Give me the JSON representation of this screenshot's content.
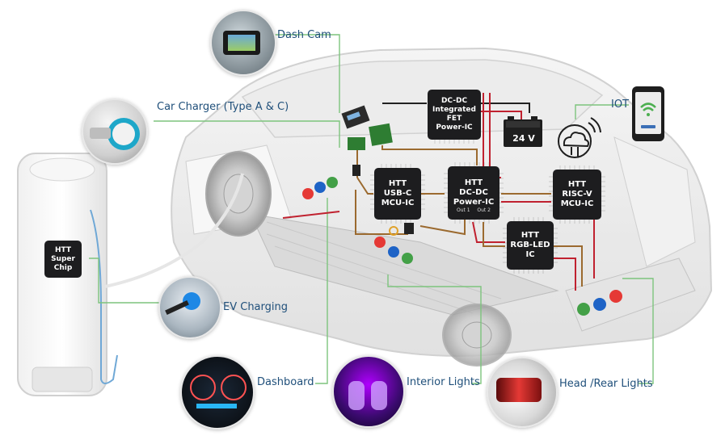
{
  "labels": {
    "dash_cam": "Dash Cam",
    "car_charger": "Car Charger (Type A & C)",
    "iot": "IOT",
    "ev_charging": "EV Charging",
    "dashboard": "Dashboard",
    "interior_lights": "Interior Lights",
    "head_rear_lights": "Head /Rear Lights"
  },
  "chips": {
    "dcdc_fet": [
      "DC-DC",
      "Integrated",
      "FET",
      "Power-IC"
    ],
    "usbc_mcu": [
      "HTT",
      "USB-C",
      "MCU-IC"
    ],
    "dcdc_power": [
      "HTT",
      "DC-DC",
      "Power-IC"
    ],
    "dcdc_power_outputs": [
      "Out 1",
      "Out 2"
    ],
    "riscv_mcu": [
      "HTT",
      "RISC-V",
      "MCU-IC"
    ],
    "rgb_led": [
      "HTT",
      "RGB-LED",
      "IC"
    ],
    "super_chip": [
      "HTT",
      "Super",
      "Chip"
    ]
  },
  "battery_label": "24 V",
  "colors": {
    "connector_line": "#7dc47d",
    "label_text": "#1f4f7a",
    "wire_red": "#c0212f",
    "wire_brown": "#9b6a2f",
    "wire_black": "#222222",
    "chip_body": "#1d1d1f"
  }
}
